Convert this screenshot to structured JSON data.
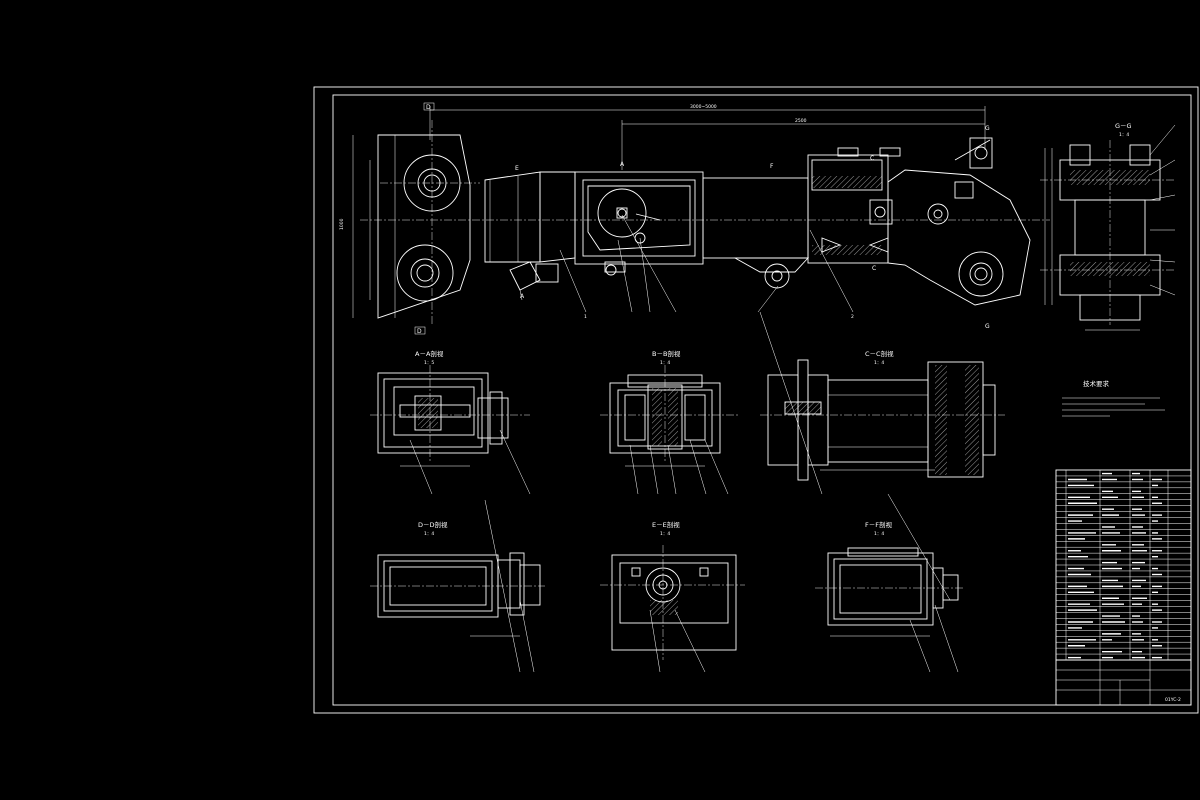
{
  "colors": {
    "background": "#000000",
    "line": "#ffffff"
  },
  "labels": {
    "section_markers": {
      "a": "A",
      "c": "C",
      "d": "D",
      "e": "E",
      "f": "F",
      "g": "G"
    },
    "main_view_parts": {
      "p1": "1",
      "p2": "2"
    },
    "section_views": {
      "gg": {
        "title": "G－G",
        "scale": "1：4"
      },
      "aa": {
        "title": "A－A剖视",
        "scale": "1：5"
      },
      "bb": {
        "title": "B－B剖视",
        "scale": "1：4"
      },
      "cc": {
        "title": "C－C剖视",
        "scale": "1：4"
      },
      "dd": {
        "title": "D－D剖视",
        "scale": "1：4"
      },
      "ee": {
        "title": "E－E剖视",
        "scale": "1：4"
      },
      "ff": {
        "title": "F－F剖视",
        "scale": "1：4"
      }
    },
    "notes_title": "技术要求",
    "drawing_no": "01YC-2"
  }
}
